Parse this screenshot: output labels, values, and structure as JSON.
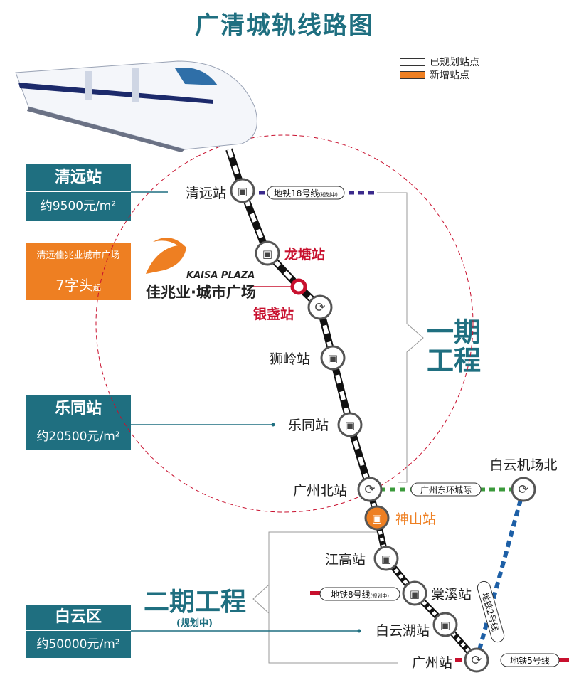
{
  "title": "广清城轨线路图",
  "legend": {
    "planned": "已规划站点",
    "new": "新增站点"
  },
  "colors": {
    "teal": "#1f6f80",
    "orange": "#ee7f22",
    "red": "#c8102e",
    "green": "#3b9a3b",
    "blue": "#1d5fa6",
    "purple": "#3b2a8c"
  },
  "price_boxes": [
    {
      "id": "qingyuan",
      "title": "清远站",
      "price": "约9500元/m²"
    },
    {
      "id": "kaisa",
      "title": "清远佳兆业城市广场",
      "price": "7字头",
      "suffix": "起"
    },
    {
      "id": "letong",
      "title": "乐同站",
      "price": "约20500元/m²"
    },
    {
      "id": "baiyun",
      "title": "白云区",
      "price": "约50000元/m²"
    }
  ],
  "logo": {
    "en": "KAISA PLAZA",
    "cn": "佳兆业·城市广场"
  },
  "phases": {
    "phase1_a": "一期",
    "phase1_b": "工程",
    "phase2": "二期工程",
    "phase2_note": "(规划中)"
  },
  "stations": [
    {
      "name": "清远站",
      "type": "normal"
    },
    {
      "name": "龙塘站",
      "type": "highlight"
    },
    {
      "name": "银盏站",
      "type": "interchange-highlight"
    },
    {
      "name": "狮岭站",
      "type": "normal"
    },
    {
      "name": "乐同站",
      "type": "normal"
    },
    {
      "name": "广州北站",
      "type": "interchange"
    },
    {
      "name": "神山站",
      "type": "new"
    },
    {
      "name": "江高站",
      "type": "normal"
    },
    {
      "name": "棠溪站",
      "type": "normal"
    },
    {
      "name": "白云湖站",
      "type": "normal"
    },
    {
      "name": "广州站",
      "type": "interchange"
    },
    {
      "name": "白云机场北",
      "type": "interchange"
    }
  ],
  "lines": [
    {
      "name": "地铁18号线",
      "note": "(规划中)"
    },
    {
      "name": "广州东环城际",
      "note": ""
    },
    {
      "name": "地铁8号线",
      "note": "(规划中)"
    },
    {
      "name": "地铁2号线",
      "note": ""
    },
    {
      "name": "地铁5号线",
      "note": ""
    }
  ]
}
